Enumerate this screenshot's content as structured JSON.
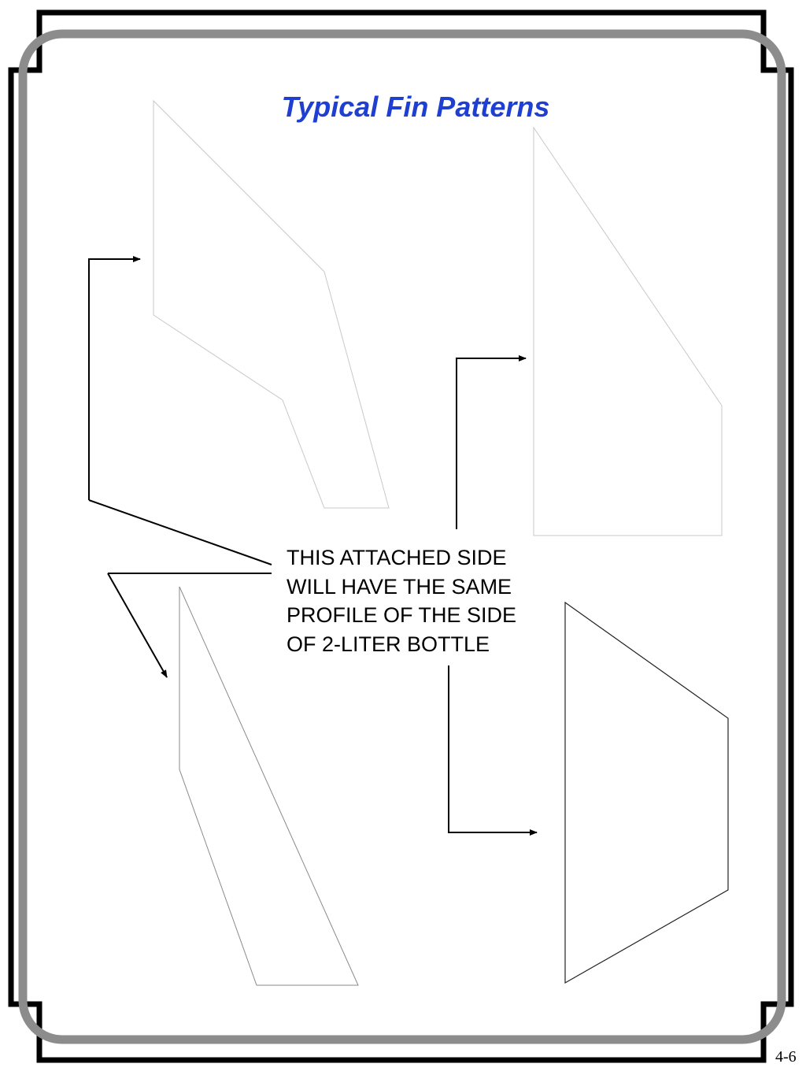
{
  "slide": {
    "title": "Typical Fin Patterns",
    "note_lines": [
      "THIS ATTACHED SIDE",
      "WILL HAVE THE SAME",
      "PROFILE OF THE SIDE",
      "OF 2-LITER BOTTLE"
    ],
    "page_number": "4-6"
  },
  "colors": {
    "title": "#1f3fd1",
    "frame_outer": "#000000",
    "frame_inner": "#8c8c8c",
    "fin_outline": "#bdbdbd",
    "arrow": "#000000"
  }
}
